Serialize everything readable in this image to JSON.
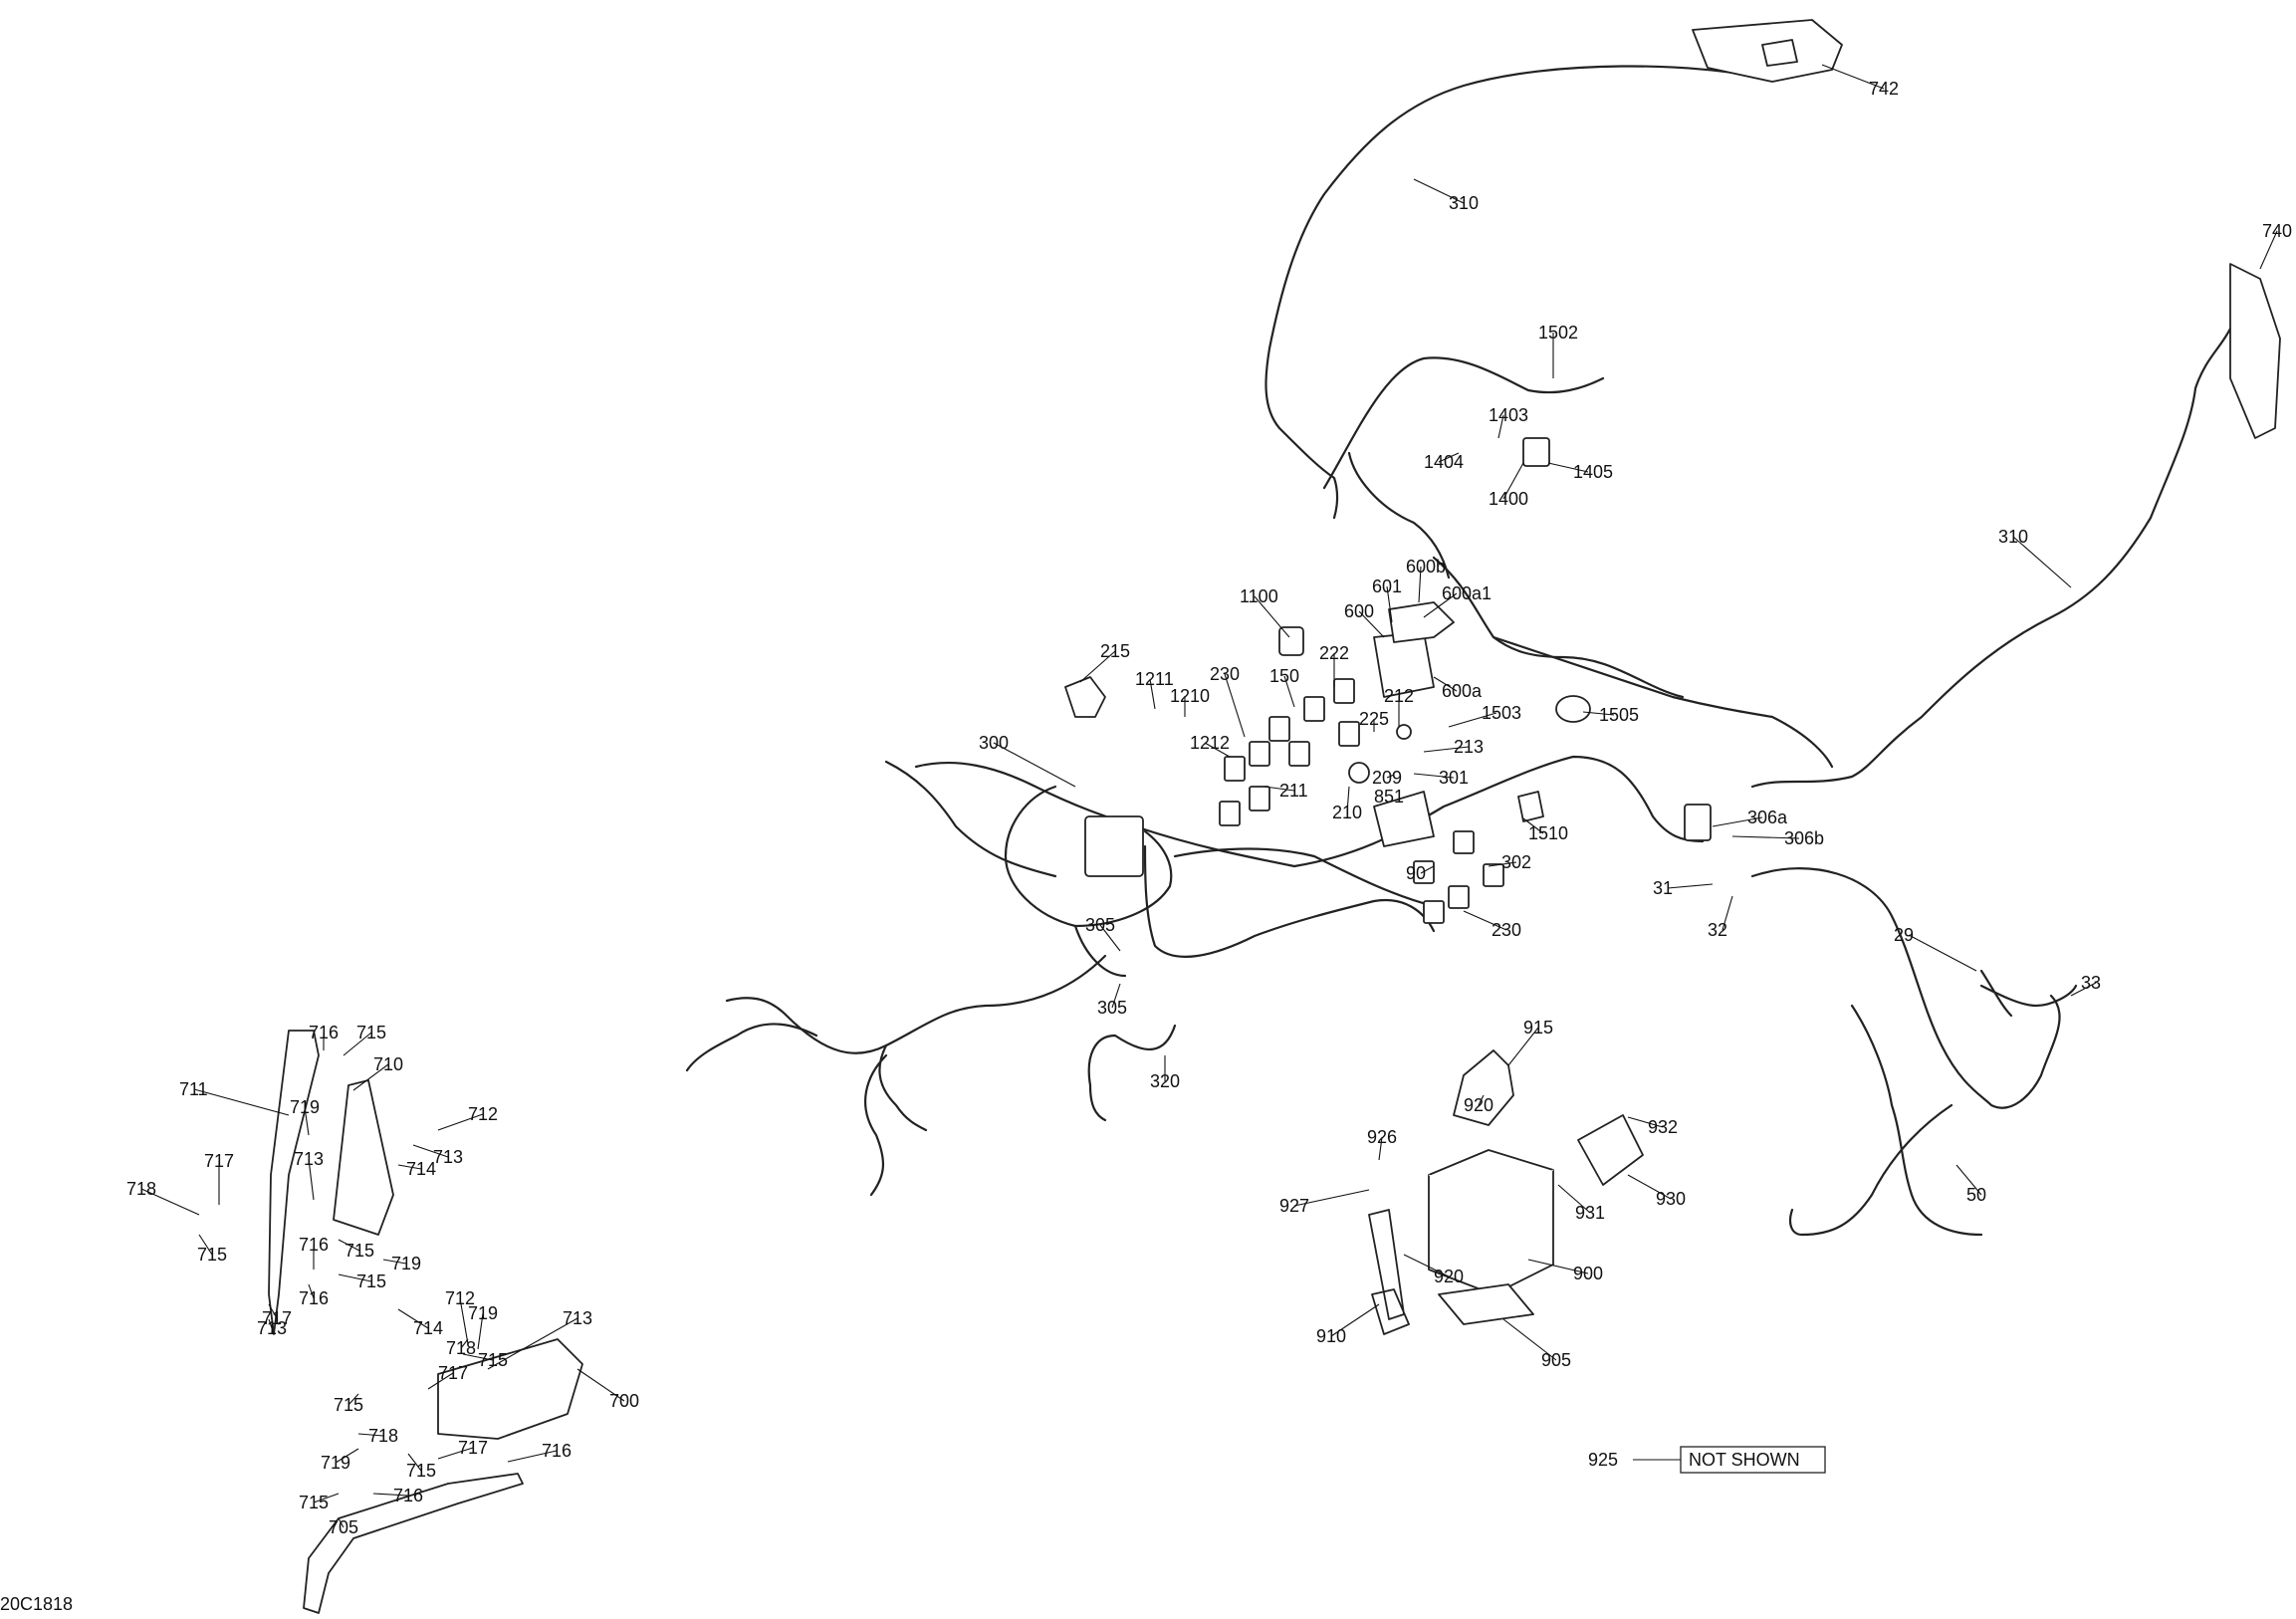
{
  "diagram": {
    "drawing_code": "20C1818",
    "not_shown_note": {
      "ref": "925",
      "text": "NOT SHOWN"
    },
    "callouts": [
      "742",
      "310",
      "740",
      "1502",
      "1403",
      "1404",
      "1405",
      "1400",
      "310",
      "1100",
      "601",
      "600b",
      "600a1",
      "600",
      "222",
      "215",
      "1211",
      "1210",
      "230",
      "150",
      "212",
      "600a",
      "1503",
      "225",
      "1212",
      "300",
      "213",
      "1505",
      "209",
      "301",
      "211",
      "851",
      "210",
      "1510",
      "306a",
      "306b",
      "302",
      "90",
      "31",
      "32",
      "230",
      "305",
      "305",
      "29",
      "33",
      "320",
      "915",
      "920",
      "932",
      "926",
      "927",
      "931",
      "930",
      "920",
      "900",
      "910",
      "905",
      "50",
      "716",
      "715",
      "710",
      "711",
      "719",
      "712",
      "713",
      "714",
      "713",
      "717",
      "718",
      "715",
      "716",
      "715",
      "719",
      "716",
      "715",
      "717",
      "713",
      "714",
      "712",
      "718",
      "715",
      "713",
      "719",
      "717",
      "700",
      "715",
      "718",
      "719",
      "717",
      "715",
      "716",
      "715",
      "716",
      "705"
    ]
  }
}
